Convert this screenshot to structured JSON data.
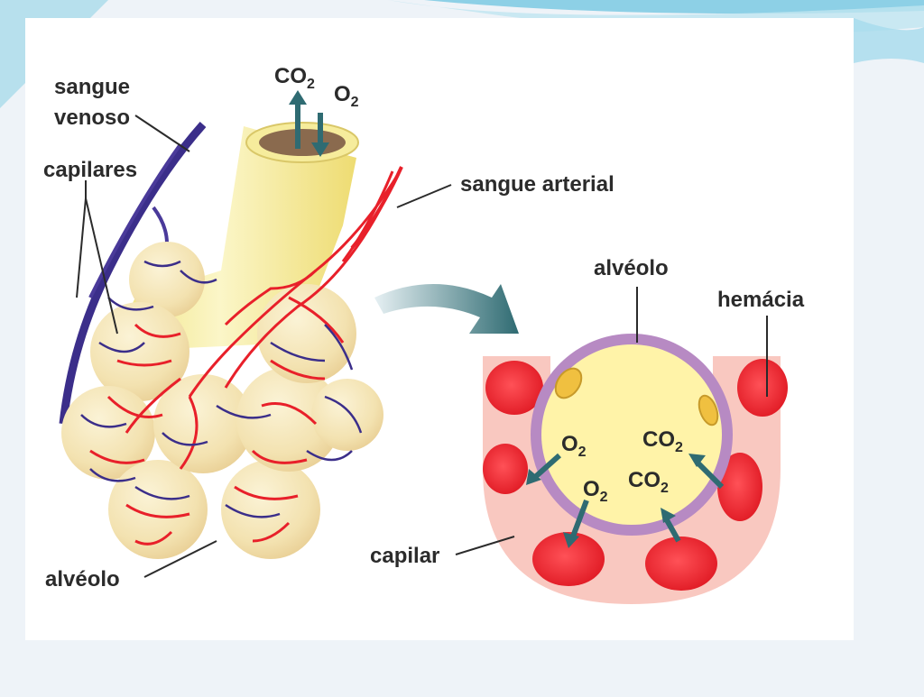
{
  "labels": {
    "sangue_venoso_1": "sangue",
    "sangue_venoso_2": "venoso",
    "capilares": "capilares",
    "co2_top": "CO",
    "o2_top": "O",
    "sangue_arterial": "sangue arterial",
    "alveolo_left": "alvéolo",
    "alveolo_right": "alvéolo",
    "hemacia": "hemácia",
    "capilar": "capilar",
    "o2_inner_1": "O",
    "o2_inner_2": "O",
    "co2_inner_1": "CO",
    "co2_inner_2": "CO",
    "subscript": "2"
  },
  "colors": {
    "slide_bg": "#eef3f8",
    "top_band": "#7fc7e0",
    "artery_red": "#e8202a",
    "vein_blue": "#3b2e8a",
    "tube_yellow": "#f7efa0",
    "alveolus_cream": "#f6edc4",
    "alveolus_wall": "#b78ac3",
    "blood_cell": "#e8202a",
    "arrow_teal": "#2f6b72"
  }
}
